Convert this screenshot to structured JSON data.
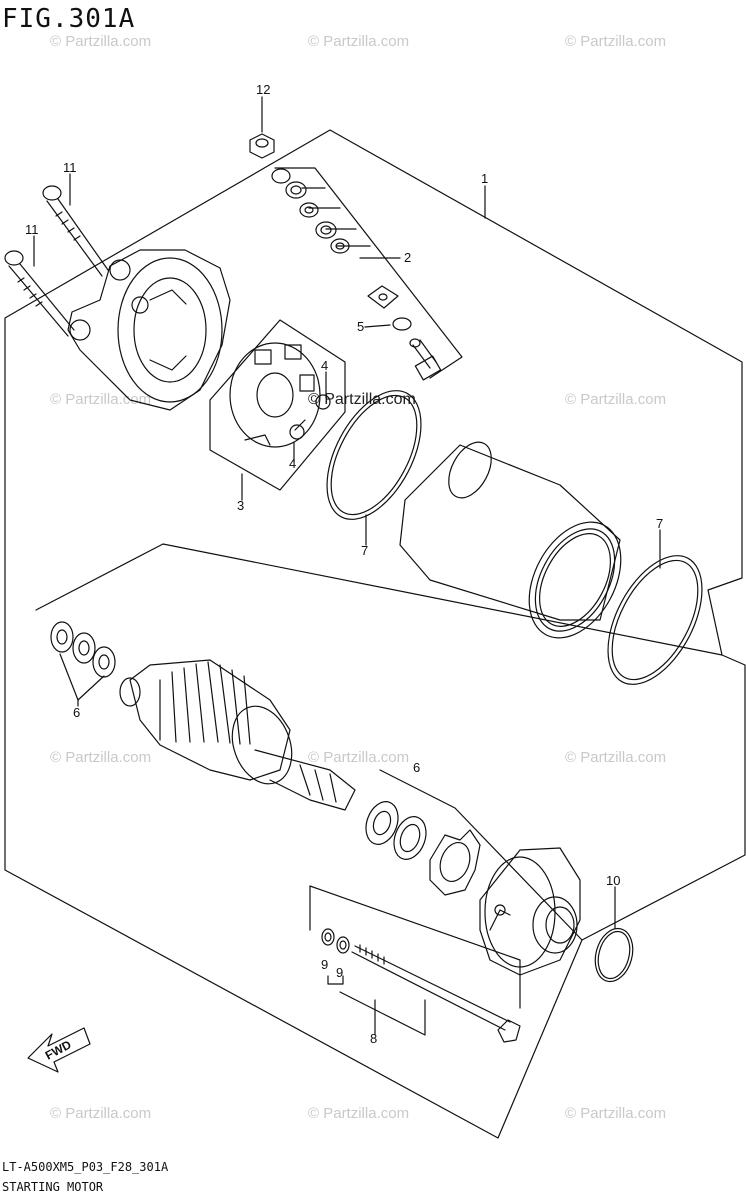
{
  "header": {
    "figure_title": "FIG.301A"
  },
  "footer": {
    "code": "LT-A500XM5_P03_F28_301A",
    "caption": "STARTING MOTOR"
  },
  "watermark": {
    "text": "© Partzilla.com",
    "main_text": "© Partzilla.com"
  },
  "fwd_label": "FWD",
  "callouts": {
    "c1": "1",
    "c2": "2",
    "c3": "3",
    "c4a": "4",
    "c4b": "4",
    "c5": "5",
    "c6a": "6",
    "c6b": "6",
    "c7a": "7",
    "c7b": "7",
    "c8": "8",
    "c9a": "9",
    "c9b": "9",
    "c10": "10",
    "c11a": "11",
    "c11b": "11",
    "c12": "12"
  },
  "colors": {
    "line": "#111111",
    "watermark": "#c9c9c9"
  }
}
